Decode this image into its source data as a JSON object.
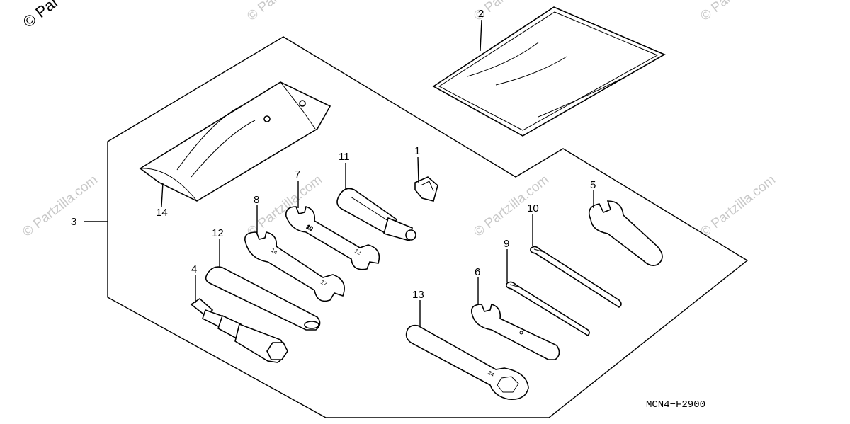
{
  "watermark": {
    "text": "© Partzilla.com",
    "corner_text": "© Par"
  },
  "figure_code": "MCN4−F2900",
  "callouts": {
    "c1": "1",
    "c2": "2",
    "c3": "3",
    "c4": "4",
    "c5": "5",
    "c6": "6",
    "c7": "7",
    "c8": "8",
    "c9": "9",
    "c10": "10",
    "c11": "11",
    "c12": "12",
    "c13": "13",
    "c14": "14"
  },
  "parts": [
    {
      "ref": "1",
      "name": "clip"
    },
    {
      "ref": "2",
      "name": "owner's manual pouch"
    },
    {
      "ref": "3",
      "name": "tool set"
    },
    {
      "ref": "4",
      "name": "spark plug wrench"
    },
    {
      "ref": "5",
      "name": "open end wrench"
    },
    {
      "ref": "6",
      "name": "open end wrench"
    },
    {
      "ref": "7",
      "name": "double open end wrench"
    },
    {
      "ref": "8",
      "name": "double open end wrench"
    },
    {
      "ref": "9",
      "name": "screwdriver"
    },
    {
      "ref": "10",
      "name": "screwdriver"
    },
    {
      "ref": "11",
      "name": "screwdriver handle"
    },
    {
      "ref": "12",
      "name": "extension bar"
    },
    {
      "ref": "13",
      "name": "box wrench"
    },
    {
      "ref": "14",
      "name": "tool bag"
    }
  ]
}
